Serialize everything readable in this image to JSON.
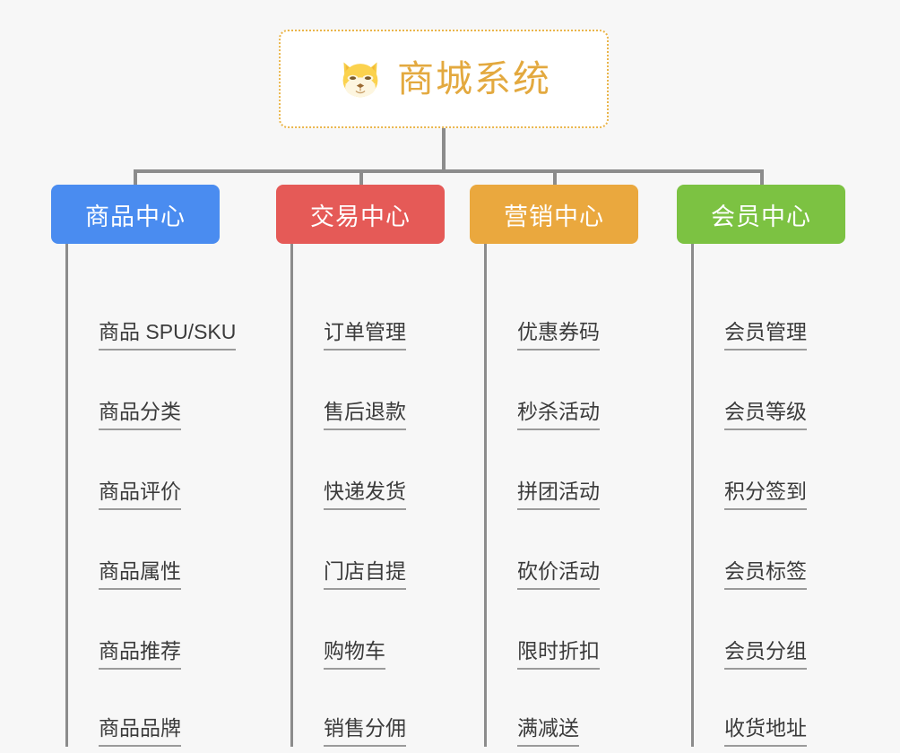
{
  "root": {
    "title": "商城系统",
    "icon": "shiba-dog-icon",
    "title_color": "#e3a93f",
    "border_color": "#eab54a",
    "background": "#ffffff"
  },
  "canvas": {
    "background": "#f7f7f7",
    "connector_color": "#8c8c8c"
  },
  "columns": [
    {
      "header": "商品中心",
      "color": "#4a8cf0",
      "items": [
        "商品 SPU/SKU",
        "商品分类",
        "商品评价",
        "商品属性",
        "商品推荐",
        "商品品牌"
      ]
    },
    {
      "header": "交易中心",
      "color": "#e55a57",
      "items": [
        "订单管理",
        "售后退款",
        "快递发货",
        "门店自提",
        "购物车",
        "销售分佣"
      ]
    },
    {
      "header": "营销中心",
      "color": "#eaa83e",
      "items": [
        "优惠券码",
        "秒杀活动",
        "拼团活动",
        "砍价活动",
        "限时折扣",
        "满减送"
      ]
    },
    {
      "header": "会员中心",
      "color": "#7cc242",
      "items": [
        "会员管理",
        "会员等级",
        "积分签到",
        "会员标签",
        "会员分组",
        "收货地址"
      ]
    }
  ]
}
